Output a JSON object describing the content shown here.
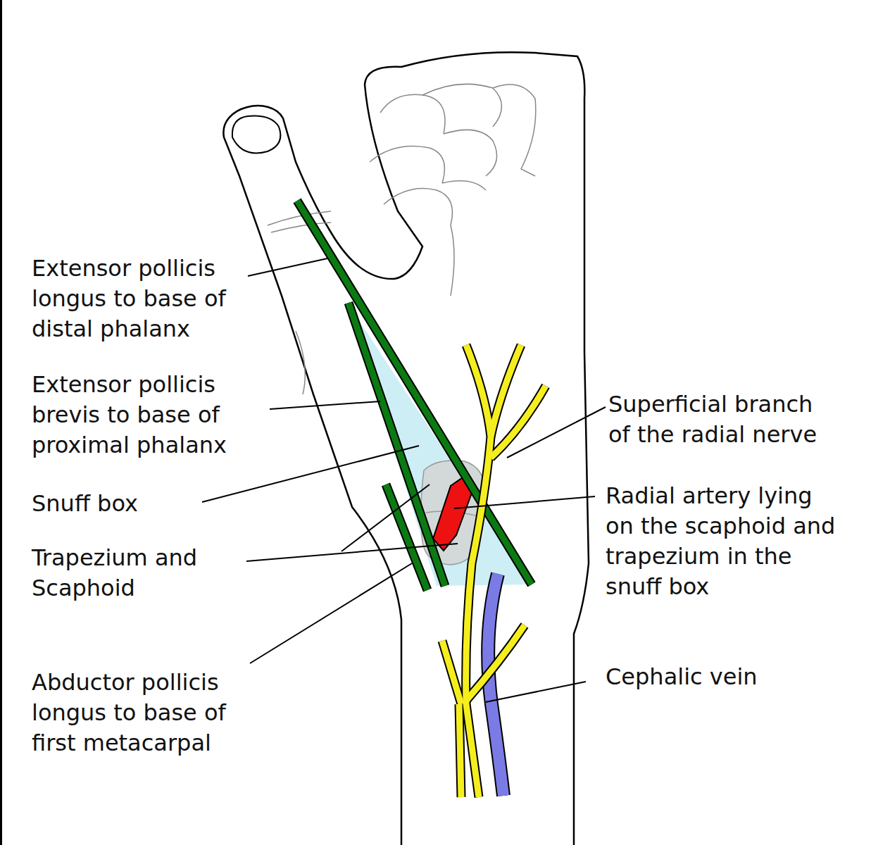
{
  "diagram": {
    "labels": [
      "Extensor pollicis longus to base of distal phalanx",
      "Extensor pollicis brevis to base of proximal phalanx",
      "Snuff box",
      "Trapezium and Scaphoid",
      "Abductor pollicis longus to base of first metacarpal",
      "Superficial branch of the radial nerve",
      "Radial artery lying on the scaphoid and trapezium in the snuff box",
      "Cephalic vein"
    ]
  }
}
